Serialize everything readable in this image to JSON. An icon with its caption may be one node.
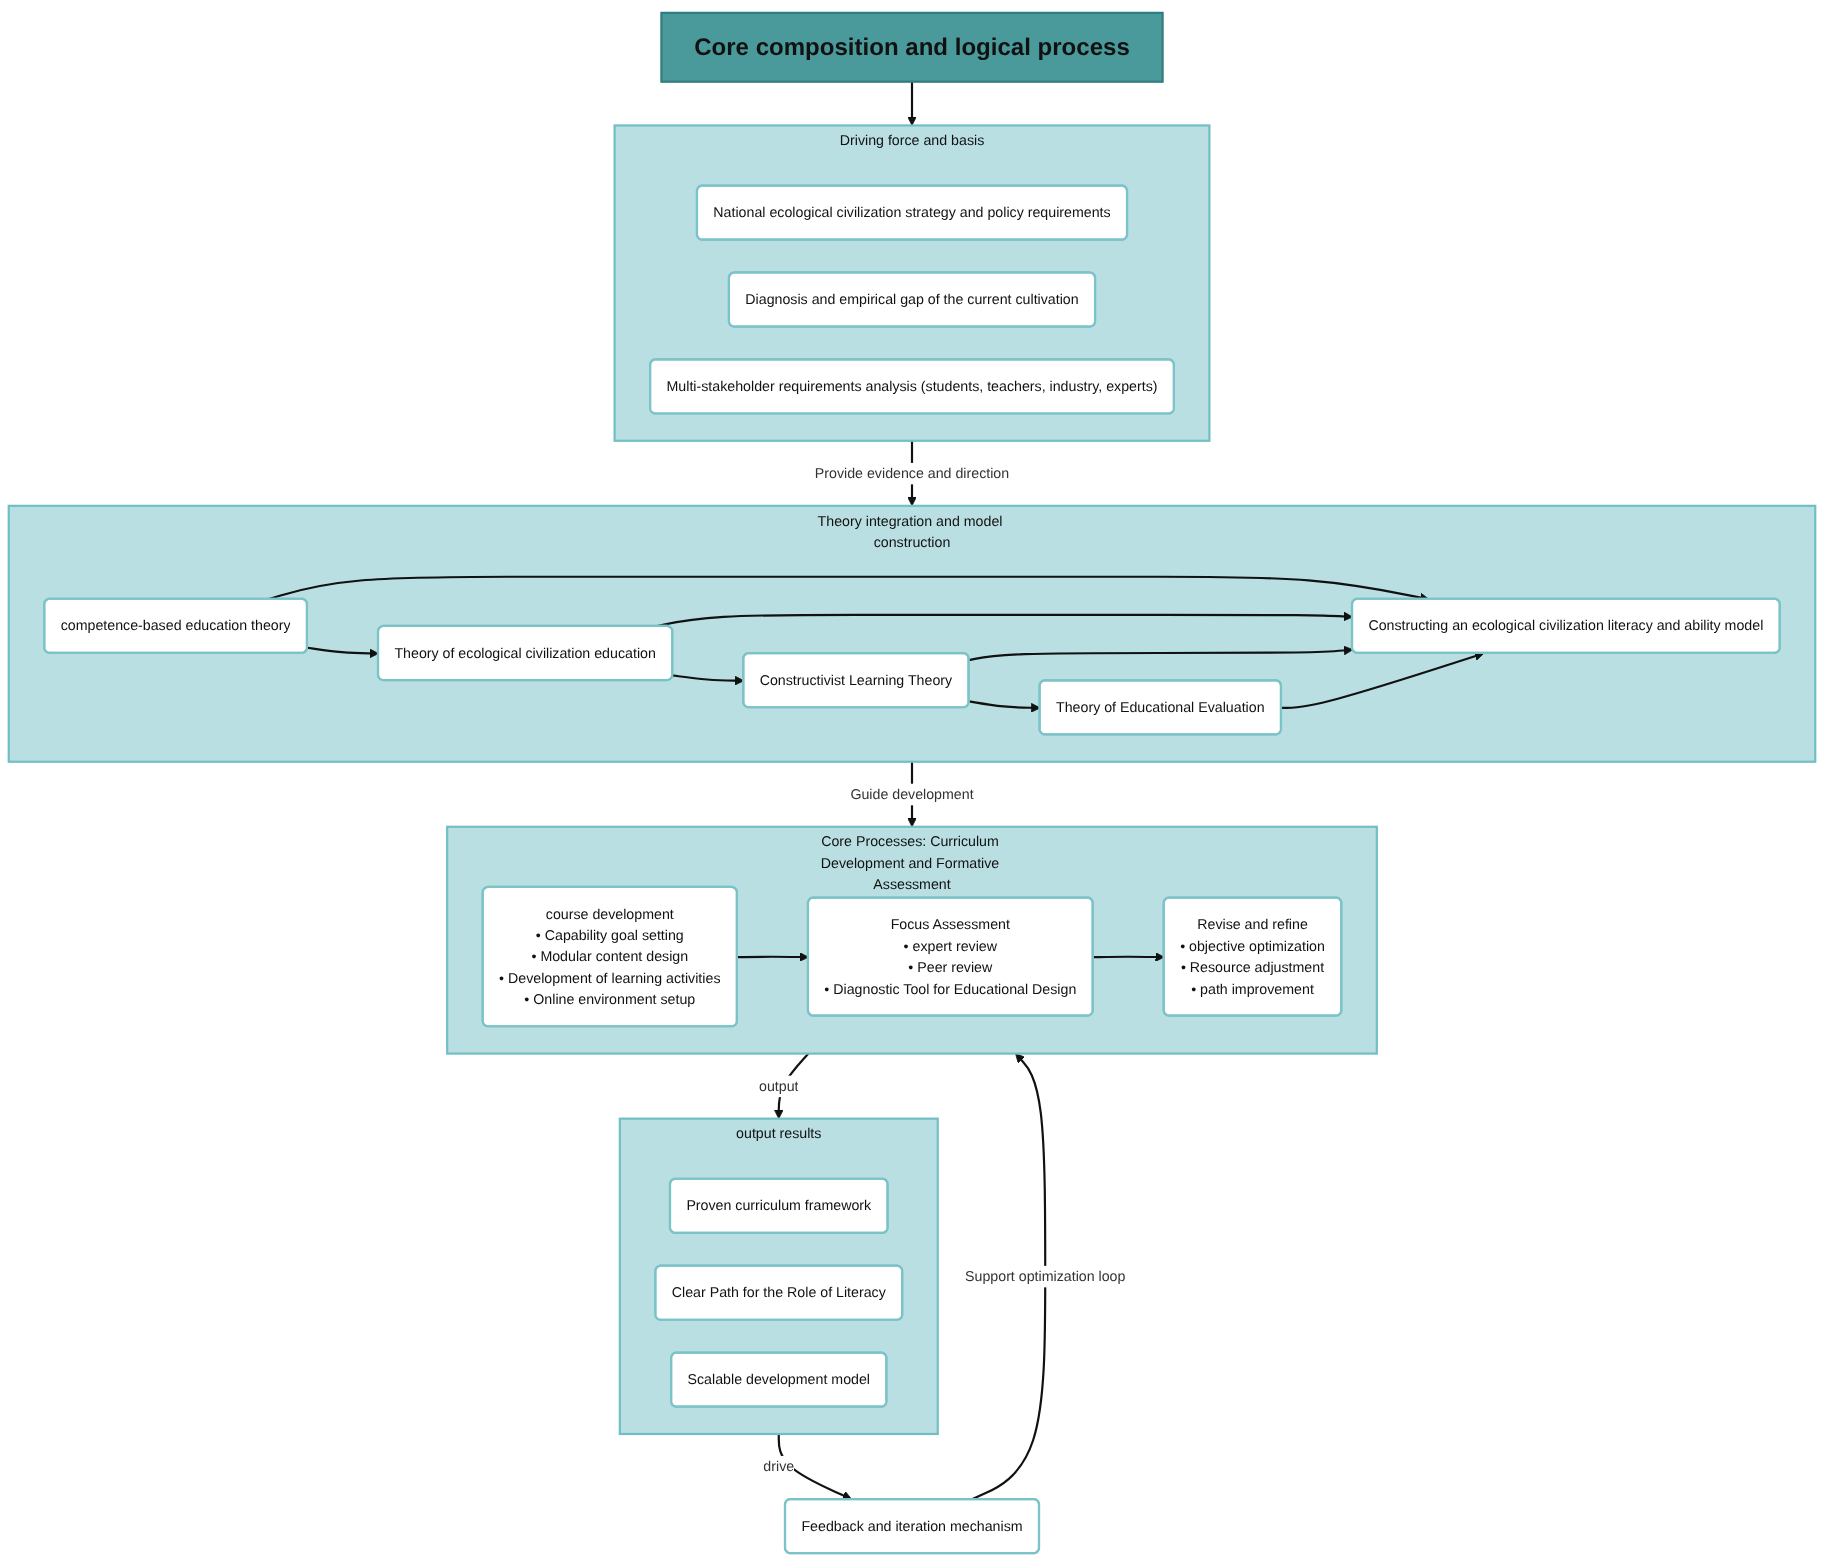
{
  "diagram": {
    "nodes": [
      {
        "text": [
          "Core composition and logical process"
        ]
      },
      {
        "text": [
          "Driving force and basis"
        ]
      },
      {
        "text": [
          "National ecological civilization strategy and policy requirements"
        ],
        "in": 1
      },
      {
        "text": [
          "Diagnosis and empirical gap of the current cultivation"
        ],
        "in": 1
      },
      {
        "text": [
          "Multi-stakeholder requirements analysis (students, teachers, industry, experts)"
        ],
        "in": 1
      },
      {
        "text": [
          "output results"
        ]
      },
      {
        "text": [
          "Proven curriculum framework"
        ],
        "in": 5
      },
      {
        "text": [
          "Clear Path for the Role of Literacy"
        ],
        "in": 5
      },
      {
        "text": [
          "Scalable development model"
        ],
        "in": 5
      },
      {
        "text": [
          "Theory integration and model construction"
        ]
      },
      {
        "text": [
          "competence-based education theory"
        ],
        "in": 9
      },
      {
        "text": [
          "Theory of ecological civilization education"
        ],
        "in": 9
      },
      {
        "text": [
          "Constructivist Learning Theory"
        ],
        "in": 9
      },
      {
        "text": [
          "Theory of Educational Evaluation"
        ],
        "in": 9
      },
      {
        "text": [
          "Constructing an ecological civilization literacy and ability model"
        ],
        "in": 9
      },
      {
        "text": [
          "Feedback and iteration mechanism"
        ]
      },
      {
        "text": [
          "Core Processes: Curriculum Development and Formative Assessment"
        ]
      },
      {
        "text": [
          "course development",
          "• Capability goal setting",
          "• Modular content design",
          "• Development of learning activities",
          "• Online environment setup"
        ],
        "in": 16
      },
      {
        "text": [
          "Focus Assessment",
          "• expert review",
          "• Peer review",
          "• Diagnostic Tool for Educational Design"
        ],
        "in": 16
      },
      {
        "text": [
          "Revise and refine",
          "• objective optimization",
          "• Resource adjustment",
          "• path improvement"
        ],
        "in": 16
      }
    ],
    "edges": [
      {
        "from": 0,
        "to": 1,
        "arrow": "to"
      },
      {
        "from": 1,
        "to": 9,
        "label": "Provide evidence and direction",
        "arrow": "to"
      },
      {
        "from": 10,
        "to": 11,
        "arrow": "to"
      },
      {
        "from": 11,
        "to": 12,
        "arrow": "to"
      },
      {
        "from": 12,
        "to": 13,
        "arrow": "to"
      },
      {
        "from": 10,
        "to": 14,
        "arrow": "to"
      },
      {
        "from": 11,
        "to": 14,
        "arrow": "to"
      },
      {
        "from": 12,
        "to": 14,
        "arrow": "to"
      },
      {
        "from": 13,
        "to": 14,
        "arrow": "to"
      },
      {
        "from": 9,
        "to": 16,
        "label": "Guide development",
        "arrow": "to"
      },
      {
        "from": 5,
        "to": 15,
        "label": "drive",
        "arrow": "to"
      },
      {
        "from": 15,
        "to": 16,
        "label": "Support optimization loop",
        "arrow": "to"
      },
      {
        "from": 16,
        "to": 5,
        "label": "output",
        "arrow": "to"
      },
      {
        "from": 17,
        "to": 18,
        "arrow": "to"
      },
      {
        "from": 18,
        "to": 19,
        "arrow": "to"
      }
    ]
  }
}
